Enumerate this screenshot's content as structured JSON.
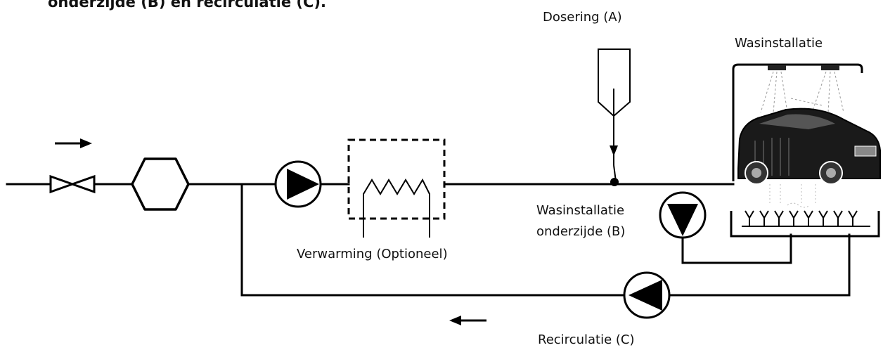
{
  "header": {
    "text": "onderzijde (B) en recirculatie (C)."
  },
  "labels": {
    "dosing": "Dosering (A)",
    "wash_installation": "Wasinstallatie",
    "wash_installation_bottom_line1": "Wasinstallatie",
    "wash_installation_bottom_line2": "onderzijde (B)",
    "heating": "Verwarming (Optioneel)",
    "recirculation": "Recirculatie (C)"
  },
  "icons": {
    "flow_forward": "arrow-right-icon",
    "flow_return": "arrow-left-icon",
    "valve": "gate-valve-icon",
    "filter": "hexagon-filter-icon",
    "pump": "pump-icon",
    "heater": "heat-exchanger-icon",
    "dosing_tank": "dosing-tank-icon",
    "car_wash": "car-wash-icon"
  },
  "colors": {
    "line": "#000000",
    "background": "#ffffff"
  }
}
